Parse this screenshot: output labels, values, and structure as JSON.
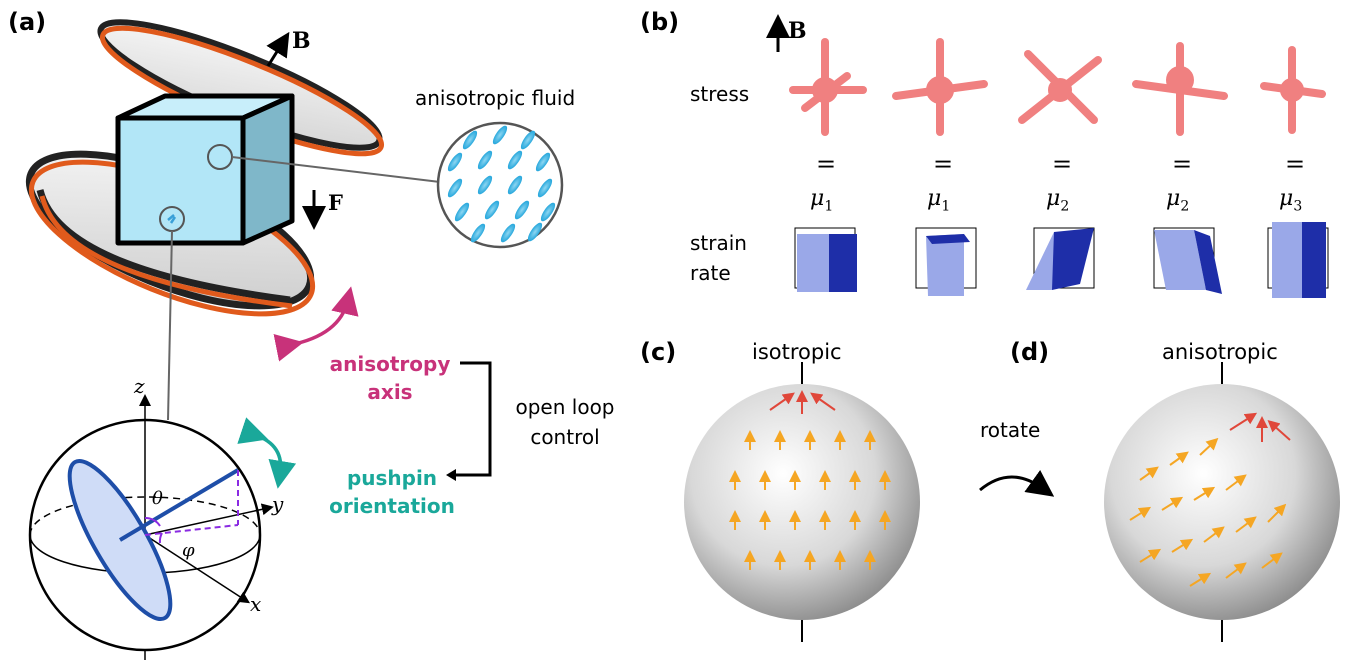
{
  "panels": {
    "a": "(a)",
    "b": "(b)",
    "c": "(c)",
    "d": "(d)"
  },
  "panel_a": {
    "field_label": "B",
    "force_label": "F",
    "fluid_label": "anisotropic fluid",
    "anisotropy_axis_line1": "anisotropy",
    "anisotropy_axis_line2": "axis",
    "open_loop_line1": "open loop",
    "open_loop_line2": "control",
    "pushpin_line1": "pushpin",
    "pushpin_line2": "orientation",
    "axis_z": "z",
    "axis_y": "y",
    "axis_x": "x",
    "angle_theta": "θ",
    "angle_phi": "φ",
    "colors": {
      "coil": "#e05a1c",
      "cube": "#a8e0f4",
      "anisotropy": "#c8327a",
      "pushpin": "#1aa89a",
      "disk": "#1e4ea8"
    }
  },
  "panel_b": {
    "field_label": "B",
    "row_stress": "stress",
    "row_strain_line1": "strain",
    "row_strain_line2": "rate",
    "equals": [
      "=",
      "=",
      "=",
      "=",
      "="
    ],
    "viscosity_symbol": [
      "μ",
      "μ",
      "μ",
      "μ",
      "μ"
    ],
    "viscosity_index": [
      "1",
      "1",
      "2",
      "2",
      "3"
    ],
    "colors": {
      "stress": "#f08080",
      "strain_dark": "#1e2ea8",
      "strain_light": "#9aa8e8"
    }
  },
  "panel_c": {
    "label": "isotropic"
  },
  "panel_d": {
    "label": "anisotropic",
    "rotate_label": "rotate"
  }
}
